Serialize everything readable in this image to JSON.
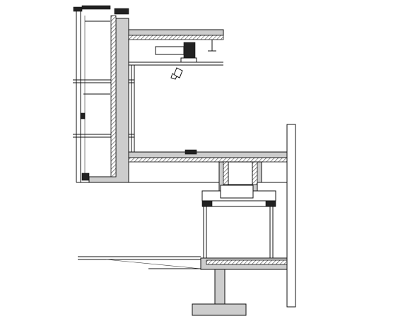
{
  "drawing": {
    "view": "architectural-section-detail",
    "text_labels": [],
    "colors": {
      "line": "#111111",
      "concrete_fill": "#cdcdcd",
      "insulation_hatch": "#444444",
      "background": "#ffffff"
    },
    "components": [
      "curtain-wall-mullion",
      "vertical-concrete-wall",
      "wall-insulation-layer",
      "upper-floor-slab",
      "suspended-ceiling",
      "ceiling-light-fixture",
      "main-floor-slab",
      "downstand-beam",
      "window-head-frame",
      "window-glazing",
      "window-sill-slab",
      "lower-ground-slab",
      "column-pier",
      "column-footing",
      "right-facade-panel"
    ]
  }
}
